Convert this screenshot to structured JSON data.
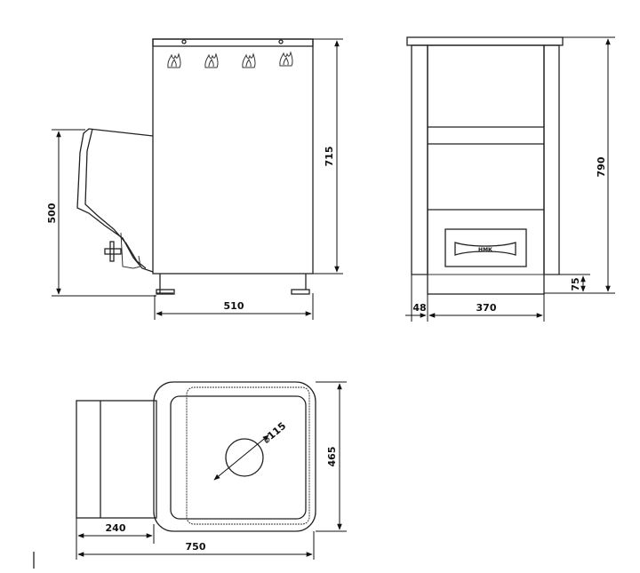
{
  "dimensions": {
    "side_width": "510",
    "side_height": "715",
    "door_height": "500",
    "front_height": "790",
    "front_inner_width": "370",
    "front_wall": "48",
    "front_foot": "75",
    "top_depth": "465",
    "top_total_width": "750",
    "top_tunnel": "240",
    "chimney_diameter": "⌀115"
  },
  "labels": {
    "handle_brand": "НМК"
  },
  "icons": {
    "flame": "flame-icon"
  },
  "colors": {
    "line": "#222222",
    "background": "#ffffff"
  }
}
